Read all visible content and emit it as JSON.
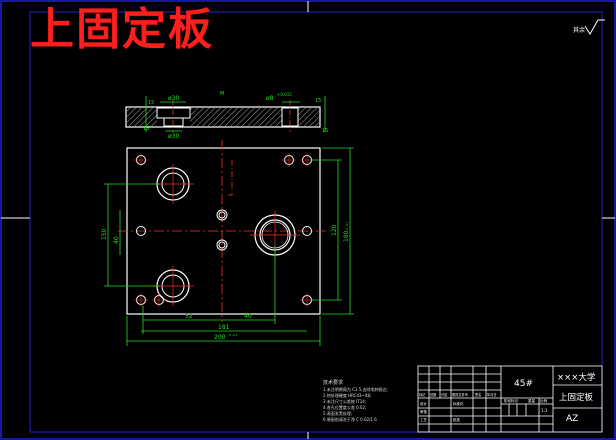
{
  "title_overlay": "上固定板",
  "colors": {
    "background": "#000000",
    "frame": "#1f1fd6",
    "outline": "#ffffff",
    "centerline": "#ff2a2a",
    "dimension": "#22dd22",
    "section": "#d9d9d9",
    "title_block": "#ffffff",
    "annotation": "#dddddd"
  },
  "roughness": {
    "label": "其余",
    "symbol": "roughness-icon"
  },
  "section_view": {
    "label": "M",
    "dims": {
      "left_hole": "ø30",
      "left_counterbore": "ø30",
      "right_hole": "ø8",
      "right_fit": "+0.015",
      "left_height": "15",
      "left_height_b": "15",
      "right_height": "15",
      "right_depth": "15"
    }
  },
  "plan_view": {
    "dims": {
      "left_span": "150",
      "left_offset": "40",
      "bottom_inner": "52",
      "bottom_mid": "40",
      "bottom_span": "181",
      "bottom_total": "200",
      "bottom_total_tol": "0\n-0.1",
      "right_span": "120",
      "right_total": "180",
      "right_total_tol": "0\n-0.1"
    }
  },
  "notes": {
    "heading": "技术要求",
    "lines": [
      "1.未注明倒角为 C1.5,去除毛刺锐边;",
      "2.热处理硬度 HRC43~48;",
      "3.未注尺寸公差按 IT14;",
      "4.各孔位置度公差 0.02;",
      "5.表面发黑处理;",
      "6.装配前清洗干净 C 0.02/1.6"
    ]
  },
  "title_block": {
    "university": "×××大学",
    "material": "45#",
    "part_name": "上固定板",
    "drawing_no": "AZ",
    "scale": "1:1",
    "header_labels": [
      "标记",
      "处数",
      "分区",
      "更改文件号",
      "签名",
      "年月日"
    ],
    "role_labels": [
      "设计",
      "标准化",
      "审核",
      "工艺",
      "批准"
    ],
    "stage_label": "阶段标记",
    "weight_label": "重量",
    "scale_label": "比例"
  }
}
